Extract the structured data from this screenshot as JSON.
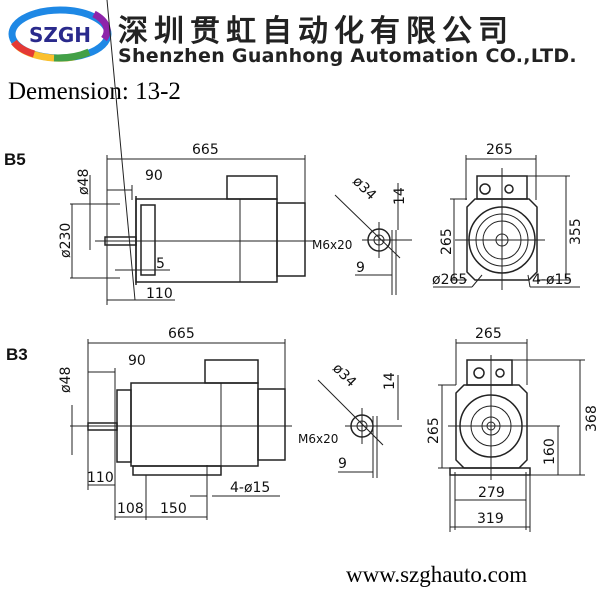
{
  "header": {
    "logo_text": "SZGH",
    "company_cn": "深圳贯虹自动化有限公司",
    "company_en": "Shenzhen Guanhong Automation CO.,LTD."
  },
  "title": "Demension: 13-2",
  "b5": {
    "label": "B5",
    "length": "665",
    "shaft_len": "90",
    "shaft_dia": "ø48",
    "flange_dia": "ø230",
    "flange_thk": "5",
    "spigot": "110",
    "key_dia": "ø34",
    "key_w": "14",
    "thread": "M6x20",
    "key_depth": "9",
    "width": "265",
    "height": "265",
    "total_height": "355",
    "pcd": "ø265",
    "holes": "4-ø15"
  },
  "b3": {
    "label": "B3",
    "length": "665",
    "shaft_len": "90",
    "shaft_dia": "ø48",
    "shaft_ext": "110",
    "foot_offset": "108",
    "foot_spacing": "150",
    "holes": "4-ø15",
    "key_dia": "ø34",
    "key_w": "14",
    "thread": "M6x20",
    "key_depth": "9",
    "width": "265",
    "height": "265",
    "total_height": "368",
    "center_height": "160",
    "foot_holes": "279",
    "foot_width": "319"
  },
  "footer": {
    "url": "www.szghauto.com"
  },
  "colors": {
    "logo_text": "#2a2a8c",
    "ring": [
      "#e53935",
      "#fbc02d",
      "#43a047",
      "#1e88e5",
      "#8e24aa"
    ]
  }
}
